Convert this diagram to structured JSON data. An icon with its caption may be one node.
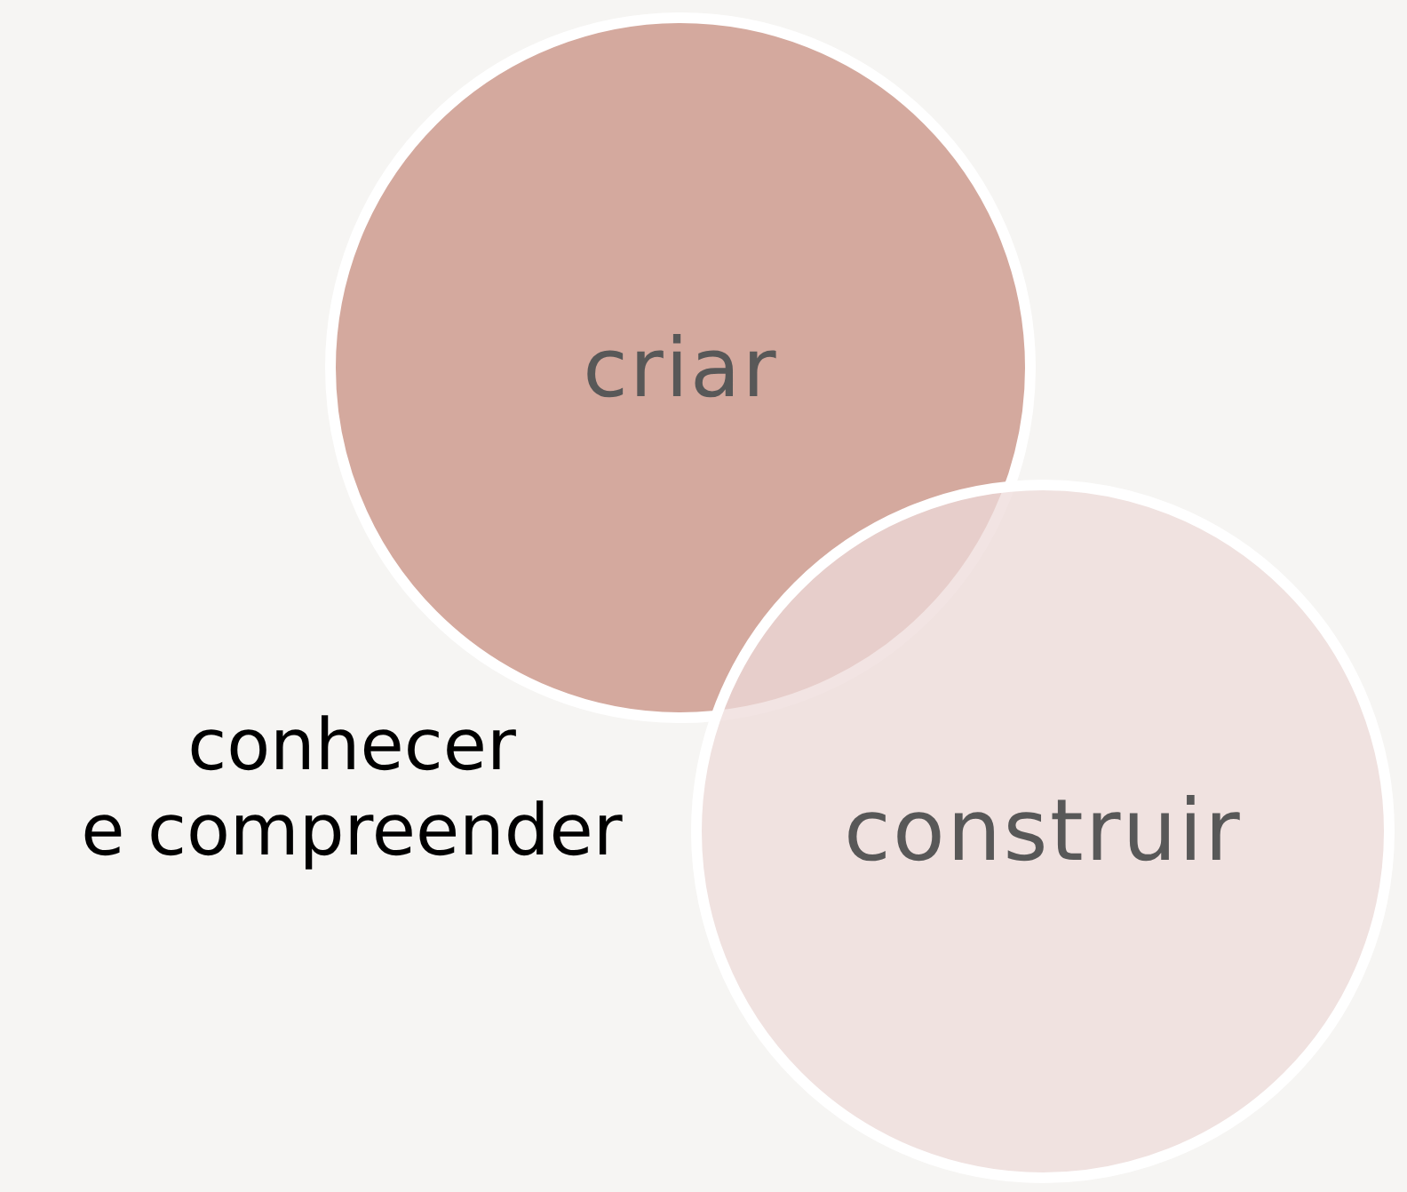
{
  "diagram": {
    "nodes": [
      {
        "text": [
          "criar"
        ]
      },
      {
        "text": [
          "construir"
        ]
      }
    ],
    "labels": [
      "conhecer e compreender"
    ]
  }
}
